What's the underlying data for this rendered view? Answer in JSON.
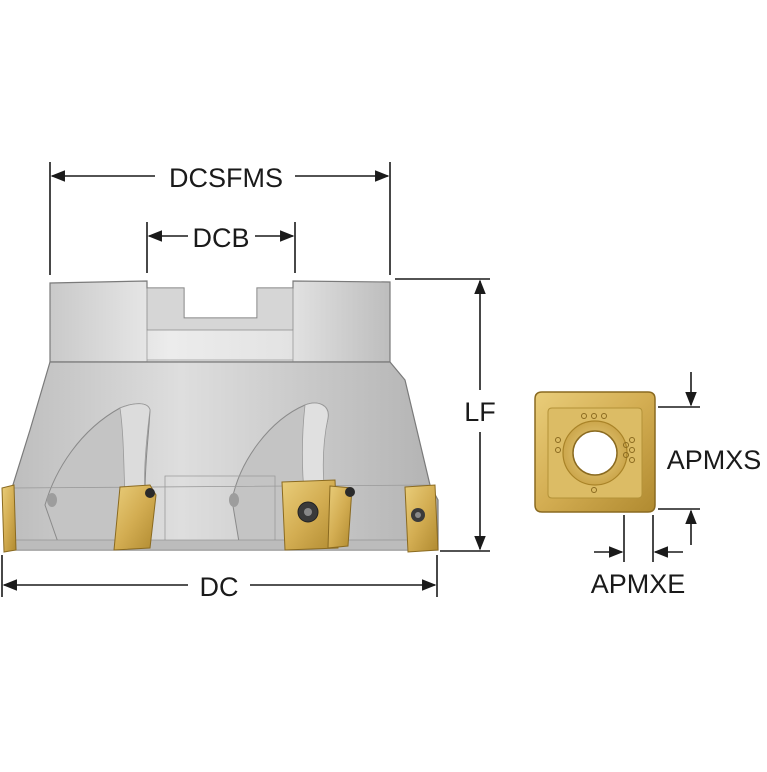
{
  "labels": {
    "dcsfms": "DCSFMS",
    "dcb": "DCB",
    "lf": "LF",
    "dc": "DC",
    "apmxs": "APMXS",
    "apmxe": "APMXE"
  },
  "colors": {
    "body_light": "#e9e9e9",
    "body_mid": "#cfcfcf",
    "body_dark": "#a9a9a9",
    "outline": "#6e6e6e",
    "insert_gold": "#d8b45a",
    "insert_gold_dark": "#a98327",
    "dimension_line": "#1a1a1a"
  }
}
